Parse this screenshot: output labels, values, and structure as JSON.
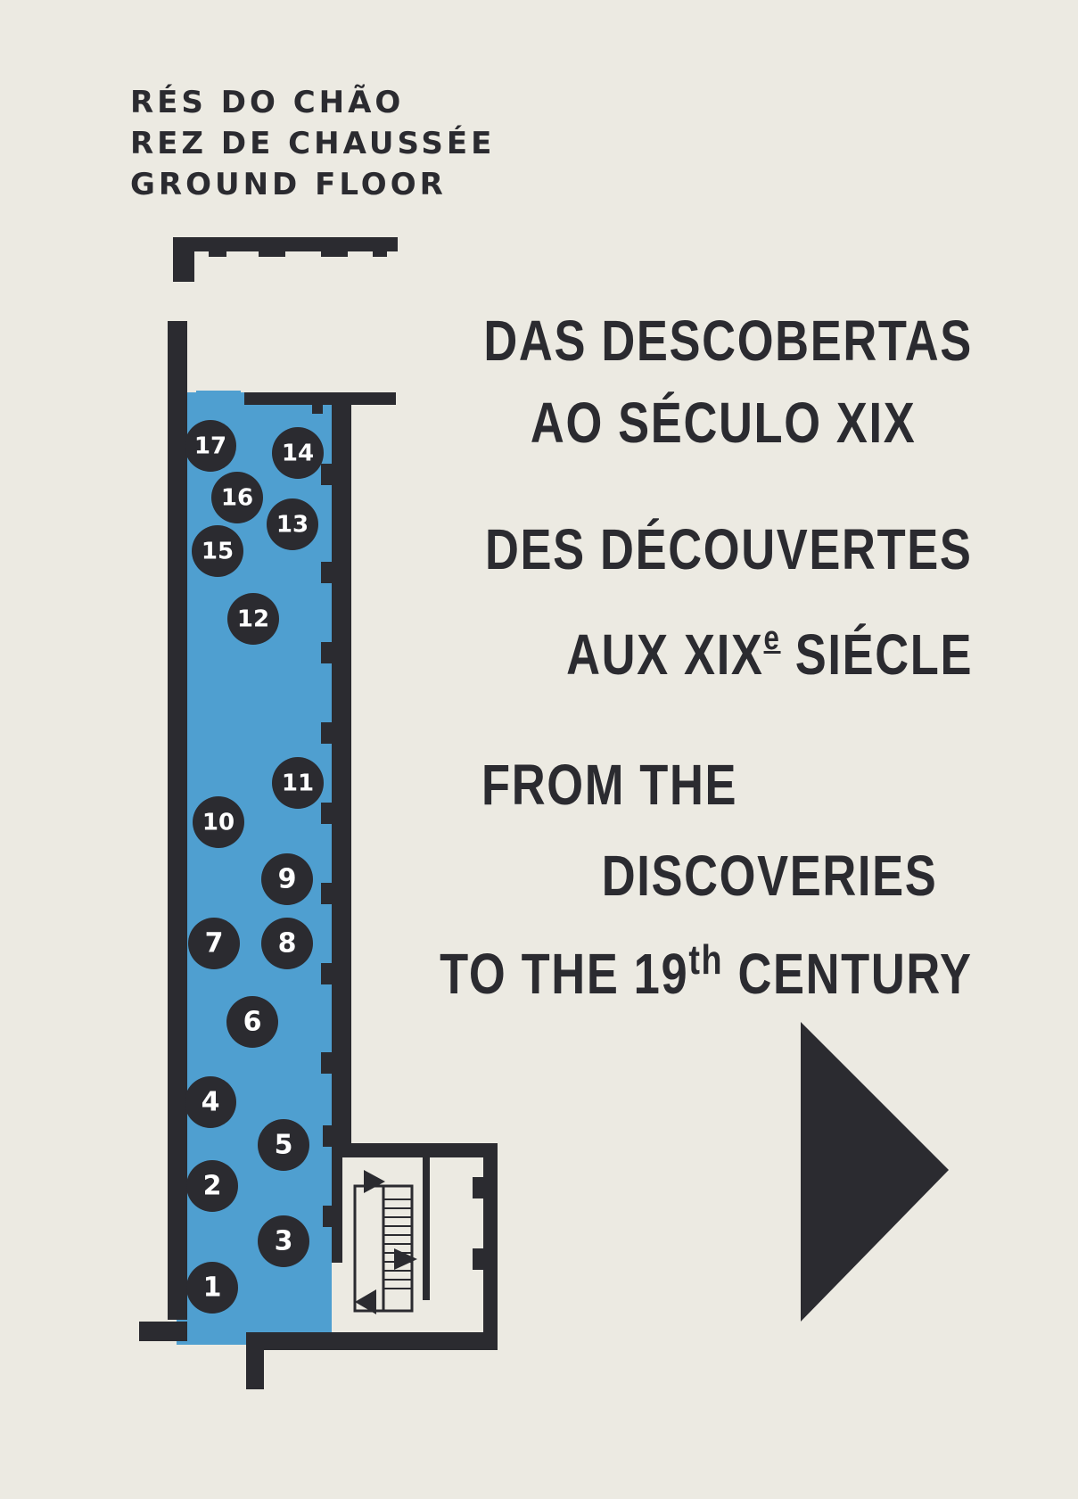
{
  "floor_titles": [
    "RÉS DO CHÃO",
    "REZ DE CHAUSSÉE",
    "GROUND FLOOR"
  ],
  "headings": {
    "pt": [
      "DAS DESCOBERTAS",
      "AO SÉCULO XIX"
    ],
    "fr_line1": "DES DÉCOUVERTES",
    "fr_line2_prefix": "AUX XIX",
    "fr_line2_sup": "e",
    "fr_line2_suffix": " SIÉCLE",
    "en": [
      "FROM THE",
      "DISCOVERIES"
    ],
    "en_line3_prefix": "TO THE 19",
    "en_line3_sup": "th",
    "en_line3_suffix": " CENTURY"
  },
  "rooms": [
    {
      "n": "17"
    },
    {
      "n": "14"
    },
    {
      "n": "16"
    },
    {
      "n": "13"
    },
    {
      "n": "15"
    },
    {
      "n": "12"
    },
    {
      "n": "11"
    },
    {
      "n": "10"
    },
    {
      "n": "9"
    },
    {
      "n": "7"
    },
    {
      "n": "8"
    },
    {
      "n": "6"
    },
    {
      "n": "4"
    },
    {
      "n": "5"
    },
    {
      "n": "2"
    },
    {
      "n": "3"
    },
    {
      "n": "1"
    }
  ],
  "colors": {
    "room_fill": "#4f9fd0",
    "ink": "#2b2b30",
    "paper": "#eceae2"
  },
  "icons": {
    "direction_arrow": "right-triangle-arrow-icon"
  }
}
